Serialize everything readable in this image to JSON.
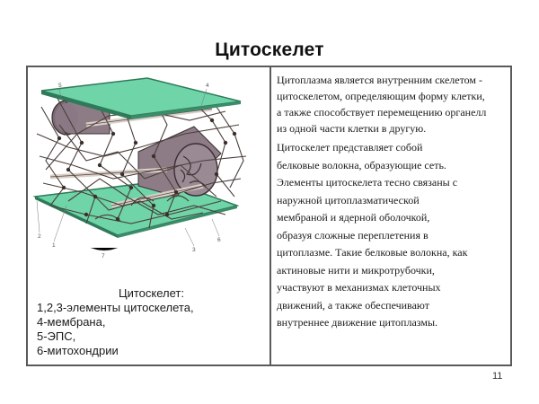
{
  "slide": {
    "title": "Цитоскелет",
    "page_number": "11"
  },
  "illustration": {
    "alt": "Схема цитоскелета: сеть белковых волокон между мембранами",
    "labels": [
      "1",
      "2",
      "3",
      "4",
      "5",
      "6",
      "7"
    ],
    "colors": {
      "membrane": "#6fd4a8",
      "membrane_edge": "#2f7a5a",
      "organelle": "#8d7c86",
      "filament": "#4a3f3a"
    }
  },
  "caption": {
    "title": "Цитоскелет:",
    "lines": [
      "1,2,3-элементы цитоскелета,",
      "4-мембрана,",
      "5-ЭПС,",
      "6-митохондрии"
    ]
  },
  "body": {
    "paragraph1": [
      "Цитоплазма является внутренним скелетом -",
      "цитоскелетом, определяющим форму клетки,",
      "а также способствует перемещению органелл",
      "из одной части клетки в другую."
    ],
    "paragraph2": [
      "Цитоскелет представляет собой",
      "белковые волокна, образующие сеть.",
      "Элементы цитоскелета тесно связаны с",
      "наружной цитоплазматической",
      "мембраной и ядерной оболочкой,",
      "образуя сложные переплетения в",
      "цитоплазме. Такие белковые волокна, как",
      "актиновые нити и микротрубочки,",
      "участвуют в механизмах клеточных",
      "движений, а также обеспечивают",
      "внутреннее движение цитоплазмы."
    ]
  }
}
